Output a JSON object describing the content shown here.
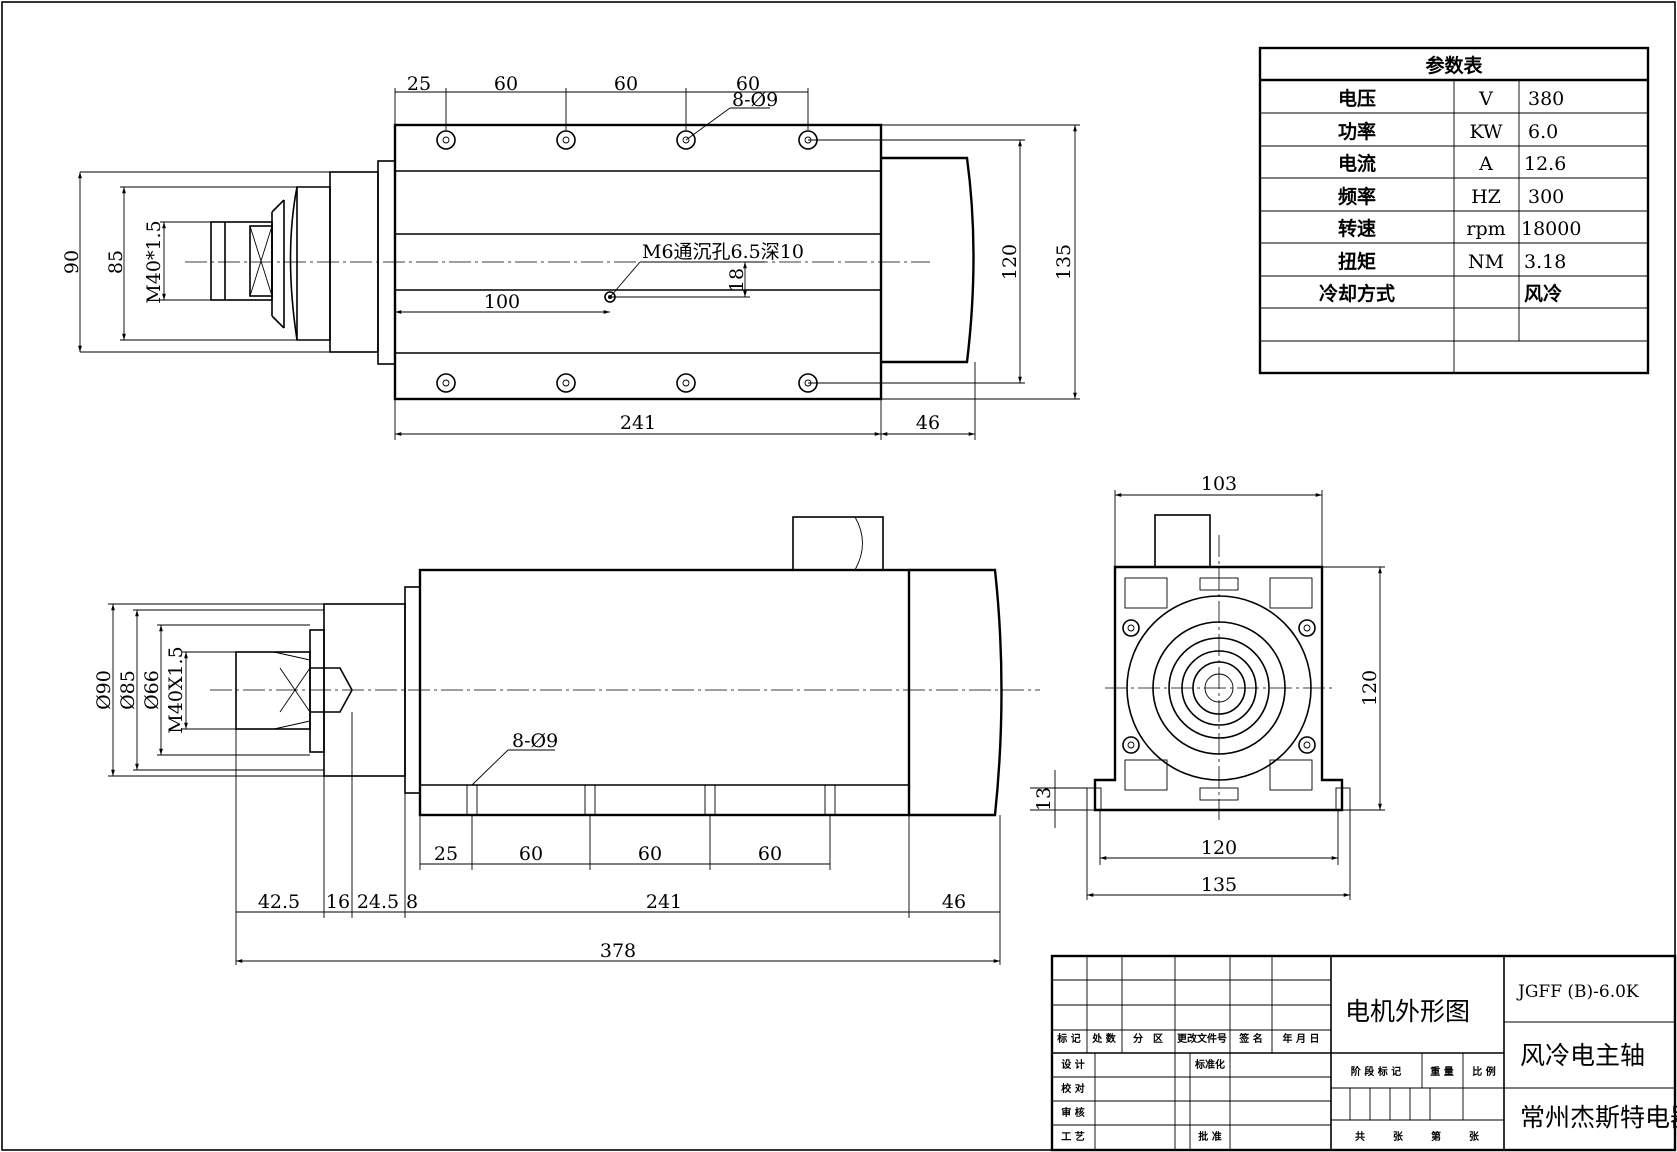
{
  "param_table": {
    "title": "参数表",
    "rows": [
      {
        "name": "电压",
        "unit": "V",
        "value": "380"
      },
      {
        "name": "功率",
        "unit": "KW",
        "value": "6.0"
      },
      {
        "name": "电流",
        "unit": "A",
        "value": "12.6"
      },
      {
        "name": "频率",
        "unit": "HZ",
        "value": "300"
      },
      {
        "name": "转速",
        "unit": "rpm",
        "value": "18000"
      },
      {
        "name": "扭矩",
        "unit": "NM",
        "value": "3.18"
      },
      {
        "name": "冷却方式",
        "unit": "",
        "value": "风冷"
      },
      {
        "name": "",
        "unit": "",
        "value": ""
      },
      {
        "name": "",
        "unit": "",
        "value": ""
      }
    ]
  },
  "top_view": {
    "dims": {
      "d25": "25",
      "d60a": "60",
      "d60b": "60",
      "d60c": "60",
      "holes": "8-Ø9",
      "d90": "90",
      "d85": "85",
      "thread": "M40*1.5",
      "tapped": "M6通沉孔6.5深10",
      "d18": "18",
      "d100": "100",
      "d120": "120",
      "d135": "135",
      "d241": "241",
      "d46": "46"
    }
  },
  "side_view": {
    "dims": {
      "dia90": "Ø90",
      "dia85": "Ø85",
      "dia66": "Ø66",
      "thread": "M40X1.5",
      "holes": "8-Ø9",
      "d25": "25",
      "d60a": "60",
      "d60b": "60",
      "d60c": "60",
      "d42_5": "42.5",
      "d16": "16",
      "d24_5": "24.5",
      "d8": "8",
      "d241": "241",
      "d46": "46",
      "d378": "378"
    }
  },
  "end_view": {
    "dims": {
      "d103": "103",
      "d120h": "120",
      "d13": "13",
      "d120w": "120",
      "d135": "135"
    }
  },
  "title_block": {
    "headers": {
      "mark": "标 记",
      "count": "处 数",
      "zone": "分　区",
      "doc": "更改文件号",
      "sign": "签 名",
      "date": "年 月 日",
      "design": "设 计",
      "std": "标准化",
      "check": "校 对",
      "review": "审 核",
      "craft": "工 艺",
      "approve": "批 准",
      "stage": "阶 段 标 记",
      "weight": "重 量",
      "scale": "比 例",
      "total": "共",
      "sheets": "张",
      "page": "第",
      "page_unit": "张"
    },
    "drawing_name": "电机外形图",
    "model": "JGFF (B)-6.0K",
    "product": "风冷电主轴",
    "company": "常州杰斯特电器"
  }
}
